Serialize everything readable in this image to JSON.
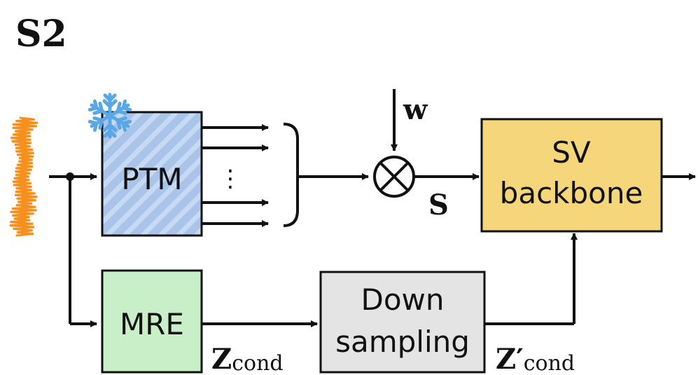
{
  "title": "S2",
  "blocks": {
    "ptm": {
      "label": "PTM",
      "fill": "#a9c4e8",
      "stripe": "#c7daf3"
    },
    "sv_backbone": {
      "line1": "SV",
      "line2": "backbone",
      "fill": "#f5d67a"
    },
    "mre": {
      "label": "MRE",
      "fill": "#c9efc9"
    },
    "downsampling": {
      "line1": "Down",
      "line2": "sampling",
      "fill": "#e4e4e4"
    }
  },
  "symbols": {
    "w": "w",
    "s": "S",
    "z_cond_main": "Z",
    "z_cond_sub": "cond",
    "z_prime_main": "Z′",
    "z_prime_sub": "cond",
    "vdots": "⋮"
  },
  "icons": {
    "frozen": "snowflake-icon",
    "input": "waveform-icon",
    "multiply": "multiply-circle-icon"
  },
  "colors": {
    "line": "#111111",
    "waveform": "#f5901e",
    "snowflake": "#5aa7e6"
  }
}
